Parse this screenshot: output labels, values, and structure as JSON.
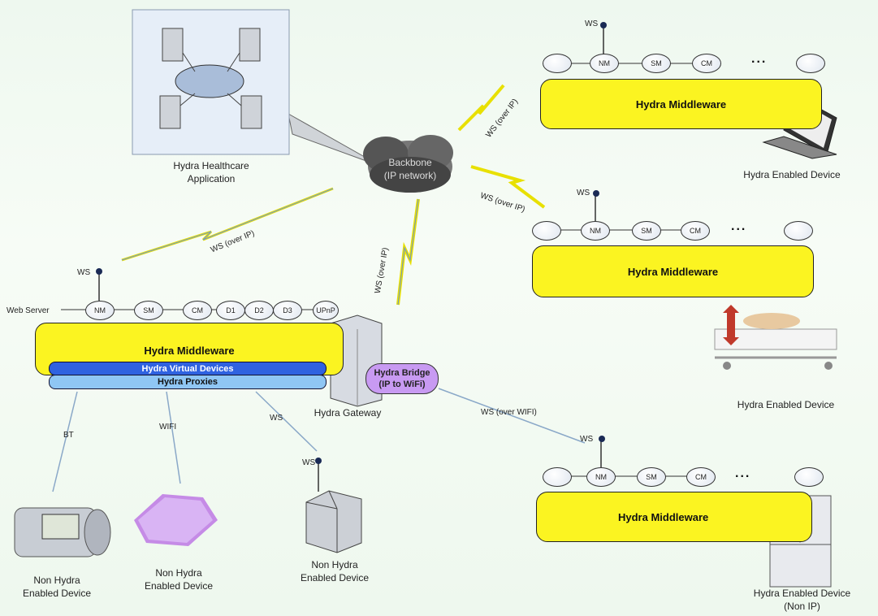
{
  "healthcare_app": {
    "label_line1": "Hydra Healthcare",
    "label_line2": "Application"
  },
  "backbone": {
    "line1": "Backbone",
    "line2": "(IP network)"
  },
  "links": {
    "ws_over_ip": "WS (over IP)",
    "ws_over_wifi": "WS (over WIFI)",
    "ws": "WS",
    "bt": "BT",
    "wifi": "WIFI"
  },
  "middleware_label": "Hydra Middleware",
  "virtual_devices": "Hydra Virtual Devices",
  "proxies": "Hydra Proxies",
  "web_server": "Web Server",
  "gateway_label": "Hydra Gateway",
  "bridge": {
    "line1": "Hydra Bridge",
    "line2": "(IP to WiFi)"
  },
  "nodes": {
    "nm": "NM",
    "sm": "SM",
    "cm": "CM",
    "d1": "D1",
    "d2": "D2",
    "d3": "D3",
    "upnp": "UPnP"
  },
  "ellipsis": "...",
  "devices": {
    "laptop": "Hydra Enabled Device",
    "bed": "Hydra Enabled Device",
    "fridge_line1": "Hydra Enabled Device",
    "fridge_line2": "(Non IP)",
    "non_hydra_line1": "Non Hydra",
    "non_hydra_line2": "Enabled Device"
  },
  "colors": {
    "middleware": "#fbf421",
    "virtual_devices": "#2f62e0",
    "proxies": "#8fc6f4",
    "bridge": "#c89af2"
  }
}
